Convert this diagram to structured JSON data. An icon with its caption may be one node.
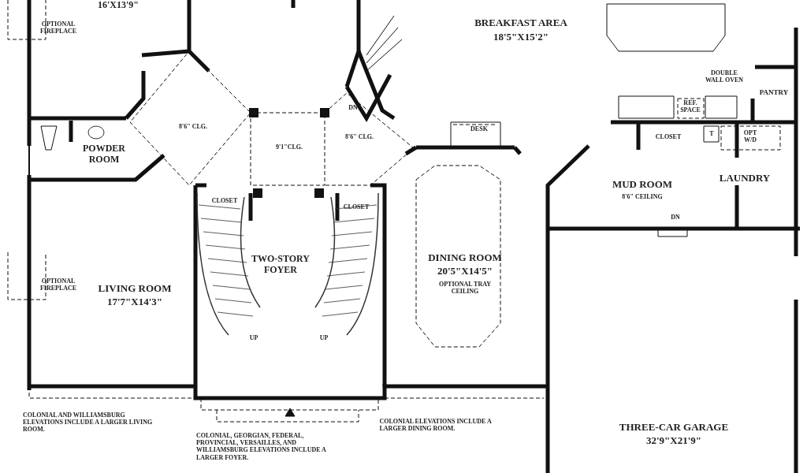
{
  "diagram": {
    "labels": [
      "16'X13'9\"",
      "OPTIONAL FIREPLACE",
      "BREAKFAST AREA",
      "18'5\"X15'2\"",
      "DOUBLE WALL OVEN",
      "PANTRY",
      "8'6\" CLG.",
      "DN",
      "8'6\" CLG.",
      "REF. SPACE",
      "DESK",
      "9'1\"CLG.",
      "CLOSET",
      "T",
      "OPT W/D",
      "POWDER ROOM",
      "LAUNDRY",
      "MUD ROOM",
      "8'6\" CEILING",
      "CLOSET",
      "CLOSET",
      "DN",
      "TWO-STORY FOYER",
      "DINING ROOM",
      "20'5\"X14'5\"",
      "OPTIONAL TRAY CEILING",
      "OPTIONAL FIREPLACE",
      "LIVING ROOM",
      "17'7\"X14'3\"",
      "UP",
      "UP",
      "COLONIAL AND WILLIAMSBURG ELEVATIONS INCLUDE A LARGER LIVING ROOM.",
      "COLONIAL ELEVATIONS INCLUDE A LARGER DINING ROOM.",
      "THREE-CAR GARAGE",
      "32'9\"X21'9\"",
      "COLONIAL, GEORGIAN, FEDERAL, PROVINCIAL, VERSAILLES, AND WILLIAMSBURG ELEVATIONS INCLUDE A LARGER FOYER."
    ]
  }
}
